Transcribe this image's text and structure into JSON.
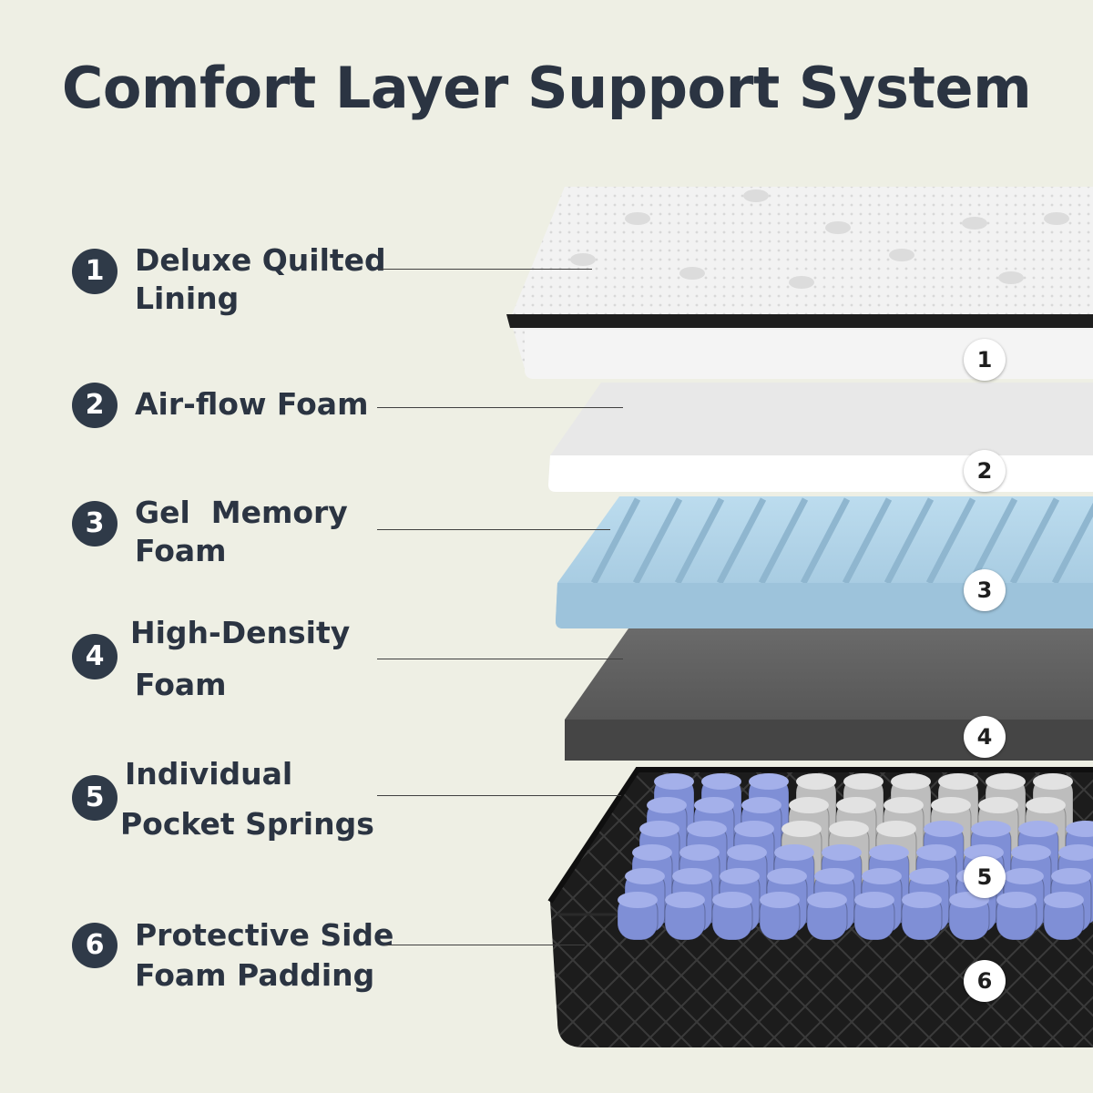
{
  "title": "Comfort Layer Support System",
  "layers": [
    {
      "number": "1",
      "line1": "Deluxe Quilted",
      "line2": "Lining",
      "tag": "1"
    },
    {
      "number": "2",
      "line1": "Air-flow Foam",
      "line2": "",
      "tag": "2"
    },
    {
      "number": "3",
      "line1": "Gel  Memory",
      "line2": "Foam",
      "tag": "3"
    },
    {
      "number": "4",
      "line1": "High-Density",
      "line2": "Foam",
      "tag": "4"
    },
    {
      "number": "5",
      "line1": "Individual",
      "line2": "Pocket Springs",
      "tag": "5"
    },
    {
      "number": "6",
      "line1": "Protective Side",
      "line2": "Foam Padding",
      "tag": "6"
    }
  ],
  "colors": {
    "background": "#eeefe4",
    "badge": "#2f3a48",
    "gel_foam": "#a9cde4",
    "density_foam": "#5c5c5c",
    "springs_blue": "#7f8fd6",
    "springs_grey": "#bdbdbd",
    "side_padding": "#1c1c1c"
  }
}
